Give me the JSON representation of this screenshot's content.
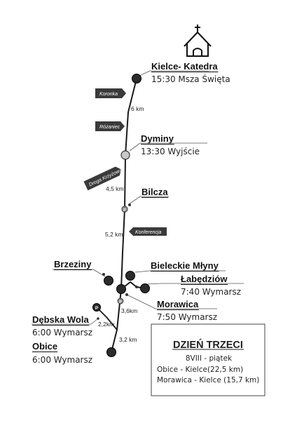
{
  "places": {
    "kielce": {
      "name": "Kielce- Katedra",
      "time": "15:30 Msza Święta"
    },
    "dyminy": {
      "name": "Dyminy",
      "time": "13:30 Wyjście"
    },
    "bilcza": {
      "name": "Bilcza"
    },
    "brzeziny": {
      "name": "Brzeziny"
    },
    "bieleckie": {
      "name": "Bieleckie Młyny"
    },
    "labedziow": {
      "name": "Łabędziów",
      "time": "7:40 Wymarsz"
    },
    "morawica": {
      "name": "Morawica",
      "time": "7:50 Wymarsz"
    },
    "debska": {
      "name": "Dębska Wola",
      "time": "6:00 Wymarsz"
    },
    "obice": {
      "name": "Obice",
      "time": "6:00 Wymarsz"
    }
  },
  "distances": {
    "d1": "6 km",
    "d2": "4,5 km",
    "d3": "5,2 km",
    "d4": "3,6km",
    "d5": "2,2km",
    "d6": "3,2 km"
  },
  "flags": {
    "koronka": "Koronka",
    "rozaniec": "Różaniec",
    "droga": "Droga Krzyżowa",
    "konferencja": "Konferencja"
  },
  "markers": {
    "parking": "P"
  },
  "info_box": {
    "title": "DZIEŃ TRZECI",
    "date": "8VIII - piątek",
    "route1": "Obice - Kielce(22,5 km)",
    "route2": "Morawica - Kielce (15,7 km)"
  },
  "icons": {
    "church": "church-icon"
  },
  "colors": {
    "route": "#1a1a1a",
    "node": "#2b2b2b",
    "node_light": "#c8c8c8",
    "flag": "#3a3a3a"
  }
}
